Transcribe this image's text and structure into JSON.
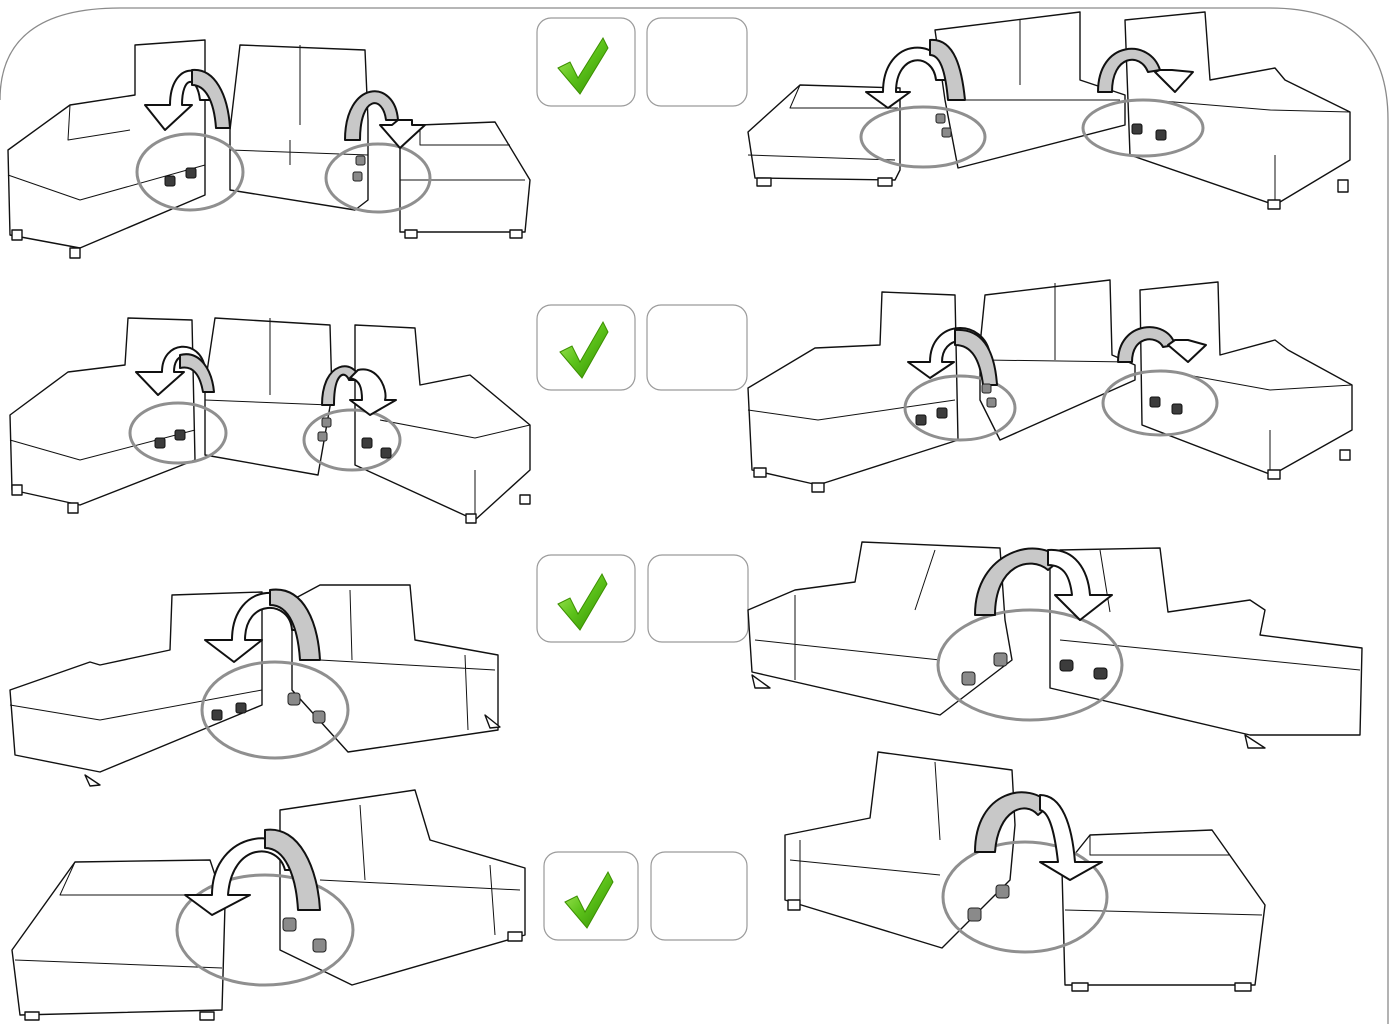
{
  "diagram": {
    "kind": "sofa-section-connection-instructions",
    "rows": [
      {
        "row": 1,
        "correct_check": "checkmark-icon",
        "empty_box": true
      },
      {
        "row": 2,
        "correct_check": "checkmark-icon",
        "empty_box": true
      },
      {
        "row": 3,
        "correct_check": "checkmark-icon",
        "empty_box": true
      },
      {
        "row": 4,
        "correct_check": "checkmark-icon",
        "empty_box": true
      }
    ],
    "colors": {
      "check_green": "#5cc21a",
      "arrow_grey": "#c8c8c8",
      "highlight_ring": "#8f8f8f",
      "frame": "#8a8a8a"
    }
  }
}
